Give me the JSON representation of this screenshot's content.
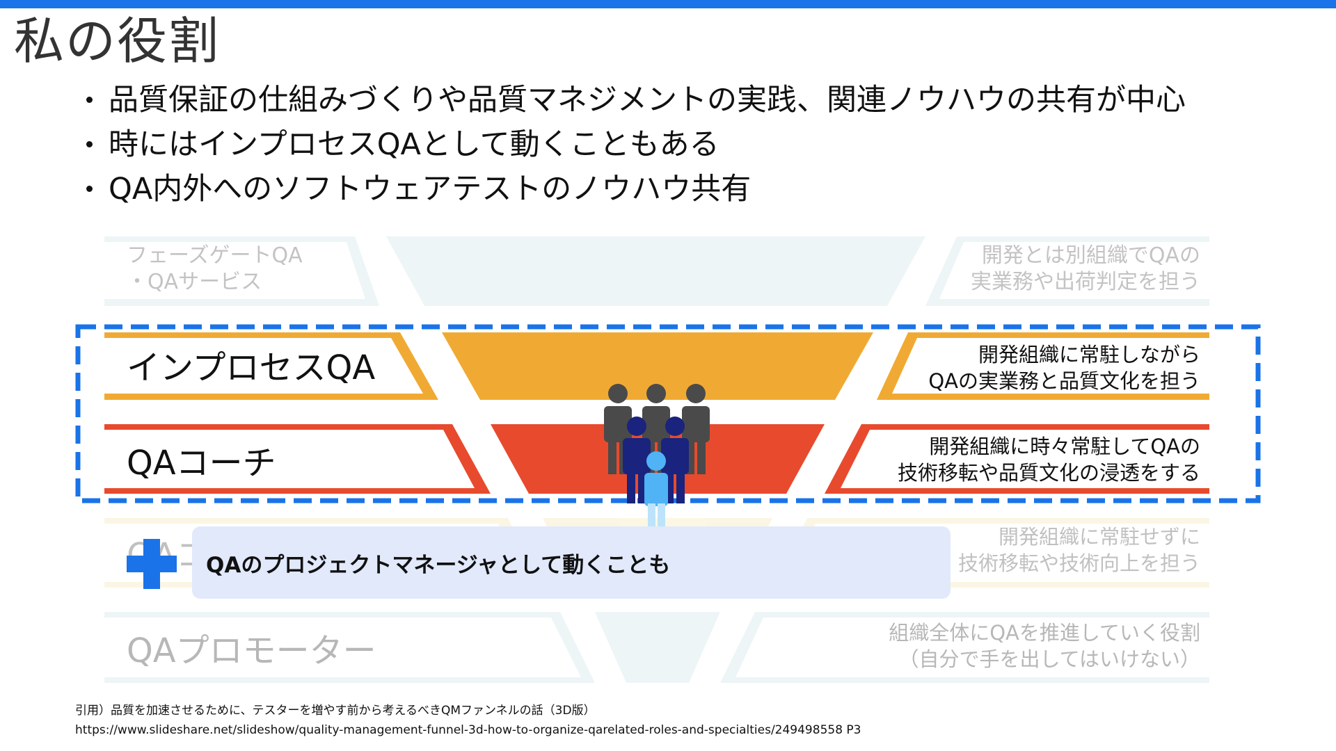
{
  "slide": {
    "title": "私の役割",
    "bullets": [
      "品質保証の仕組みづくりや品質マネジメントの実践、関連ノウハウの共有が中心",
      "時にはインプロセスQAとして動くこともある",
      "QA内外へのソフトウェアテストのノウハウ共有"
    ]
  },
  "funnel": {
    "tiers": [
      {
        "label_lines": [
          "フェーズゲートQA",
          "・QAサービス"
        ],
        "desc_lines": [
          "開発とは別組織でQAの",
          "実業務や出荷判定を担う"
        ],
        "color": "#cde3e8",
        "faded": true
      },
      {
        "label_lines": [
          "インプロセスQA"
        ],
        "desc_lines": [
          "開発組織に常駐しながら",
          "QAの実業務と品質文化を担う"
        ],
        "color": "#f0aa33",
        "faded": false
      },
      {
        "label_lines": [
          "QAコーチ"
        ],
        "desc_lines": [
          "開発組織に時々常駐してQAの",
          "技術移転や品質文化の浸透をする"
        ],
        "color": "#e84a2e",
        "faded": false
      },
      {
        "label_lines": [
          "QAコ"
        ],
        "desc_lines": [
          "開発組織に常駐せずに",
          "技術移転や技術向上を担う"
        ],
        "color": "#f3e3a4",
        "faded": true
      },
      {
        "label_lines": [
          "QAプロモーター"
        ],
        "desc_lines": [
          "組織全体にQAを推進していく役割",
          "（自分で手を出してはいけない）"
        ],
        "color": "#cde3e8",
        "faded": true
      }
    ],
    "highlight_color": "#1a73e8",
    "people_icons": [
      "person-gray-icon",
      "person-navy-icon",
      "person-lightblue-icon"
    ]
  },
  "callout": {
    "icon": "plus-icon",
    "text": "QAのプロジェクトマネージャとして動くことも"
  },
  "citation": {
    "line1": "引用）品質を加速させるために、テスターを増やす前から考えるべきQMファンネルの話（3D版）",
    "line2": "https://www.slideshare.net/slideshow/quality-management-funnel-3d-how-to-organize-qarelated-roles-and-specialties/249498558 P3"
  }
}
